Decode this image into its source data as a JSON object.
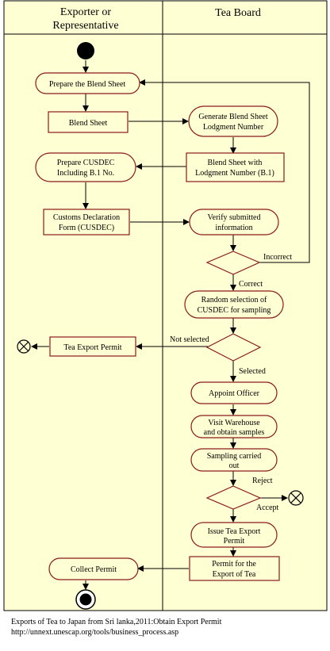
{
  "swimlanes": {
    "left_title_line1": "Exporter or",
    "left_title_line2": "Representative",
    "right_title": "Tea Board"
  },
  "nodes": {
    "prepare_blend_sheet": "Prepare the Blend Sheet",
    "blend_sheet": "Blend Sheet",
    "generate_lodgment_line1": "Generate Blend Sheet",
    "generate_lodgment_line2": "Lodgment Number",
    "blend_sheet_lodgment_line1": "Blend Sheet with",
    "blend_sheet_lodgment_line2": "Lodgment Number (B.1)",
    "prepare_cusdec_line1": "Prepare CUSDEC",
    "prepare_cusdec_line2": "Including B.1 No.",
    "customs_form_line1": "Customs Declaration",
    "customs_form_line2": "Form (CUSDEC)",
    "verify_info_line1": "Verify submitted",
    "verify_info_line2": "information",
    "random_selection_line1": "Random selection of",
    "random_selection_line2": "CUSDEC for sampling",
    "tea_export_permit": "Tea Export Permit",
    "appoint_officer": "Appoint Officer",
    "visit_warehouse_line1": "Visit Warehouse",
    "visit_warehouse_line2": "and obtain samples",
    "sampling_line1": "Sampling carried",
    "sampling_line2": "out",
    "issue_permit_line1": "Issue Tea Export",
    "issue_permit_line2": "Permit",
    "permit_export_line1": "Permit for the",
    "permit_export_line2": "Export of Tea",
    "collect_permit": "Collect Permit"
  },
  "edge_labels": {
    "incorrect": "Incorrect",
    "correct": "Correct",
    "not_selected": "Not selected",
    "selected": "Selected",
    "reject": "Reject",
    "accept": "Accept"
  },
  "caption": {
    "line1": "Exports of Tea to Japan from Sri lanka,2011:Obtain Export Permit",
    "line2": "http://unnext.unescap.org/tools/business_process.asp"
  },
  "colors": {
    "background": "#ffffd4",
    "stroke": "#8b1a1a",
    "arrow": "#000000"
  }
}
